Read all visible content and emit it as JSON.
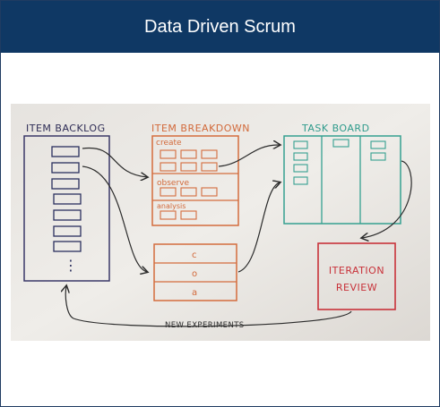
{
  "header": {
    "title": "Data Driven Scrum"
  },
  "diagram": {
    "item_backlog": {
      "label": "ITEM BACKLOG",
      "ellipsis": "⋮"
    },
    "item_breakdown": {
      "label": "ITEM BREAKDOWN",
      "sections": [
        {
          "label": "create"
        },
        {
          "label": "observe"
        },
        {
          "label": "analysis"
        }
      ]
    },
    "task_board": {
      "label": "TASK BOARD"
    },
    "experiments": {
      "rows": [
        "c",
        "o",
        "a"
      ]
    },
    "iteration_review": {
      "line1": "ITERATION",
      "line2": "REVIEW"
    },
    "feedback_label": "NEW EXPERIMENTS"
  }
}
